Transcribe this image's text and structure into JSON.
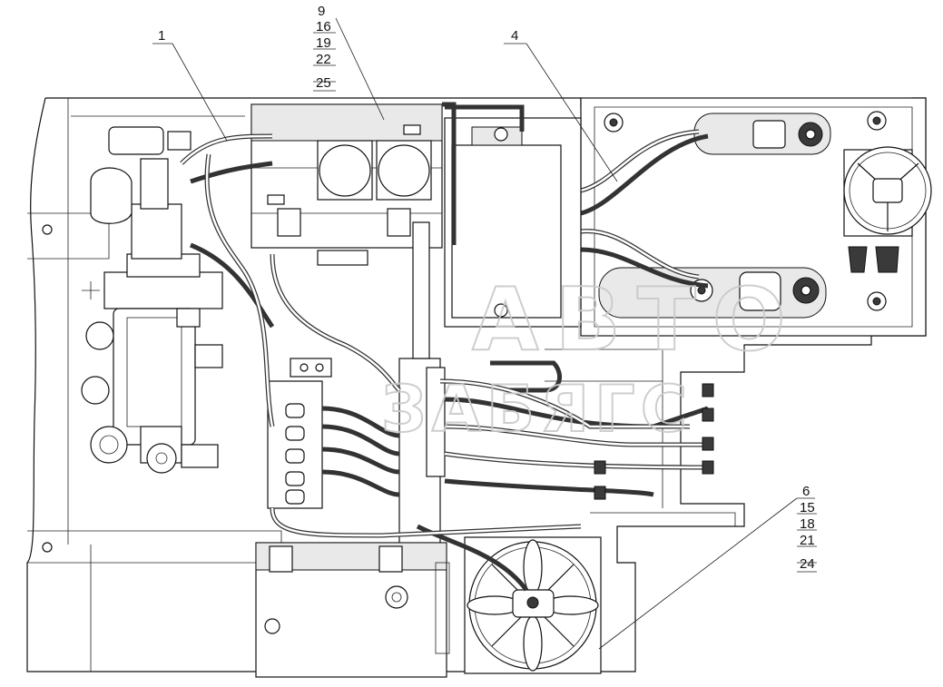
{
  "watermark": {
    "line1": "АВТО",
    "line2": "ЗАБЯГС"
  },
  "callouts": {
    "c1": "1",
    "c4": "4",
    "c9": [
      "9",
      "16",
      "19",
      "22",
      "25"
    ],
    "c6": [
      "6",
      "15",
      "18",
      "21",
      "24"
    ]
  }
}
